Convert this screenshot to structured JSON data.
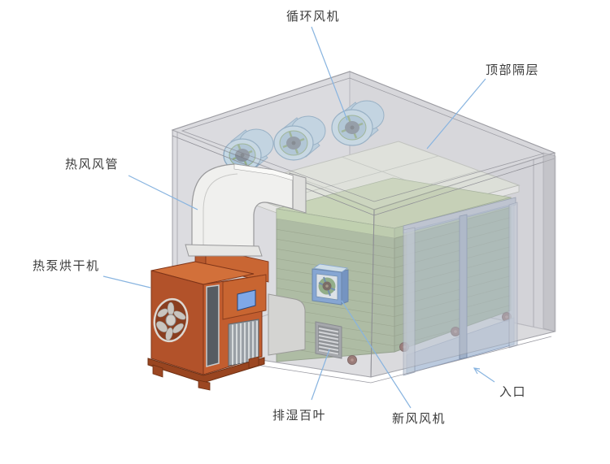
{
  "labels": [
    {
      "id": "circulation-fan",
      "text": "循环风机"
    },
    {
      "id": "top-partition",
      "text": "顶部隔层"
    },
    {
      "id": "hot-air-duct",
      "text": "热风风管"
    },
    {
      "id": "heat-pump-dryer",
      "text": "热泵烘干机"
    },
    {
      "id": "exhaust-louver",
      "text": "排湿百叶"
    },
    {
      "id": "fresh-air-fan",
      "text": "新风风机"
    },
    {
      "id": "entrance",
      "text": "入口"
    }
  ],
  "colors": {
    "background": "#ffffff",
    "leader_line": "#88b4e0",
    "label_text": "#3b3b3b",
    "room_shell_gray": "#d8d8dc",
    "partition_panel": "#edf2e2",
    "chamber_green": "#9cb289",
    "chamber_green_top": "#b9d29a",
    "circulation_fan_blue": "#aed4ea",
    "door_glass_blue": "#b8c8dc",
    "door_lower_lavender": "#c5cfe2",
    "heat_pump_orange": "#c05a2c",
    "duct_white": "#f0f0ee",
    "screen_blue": "#7fa8e8",
    "fresh_air_fan_frame": "#5b8fd4",
    "caster_brown": "#7d4a42"
  }
}
